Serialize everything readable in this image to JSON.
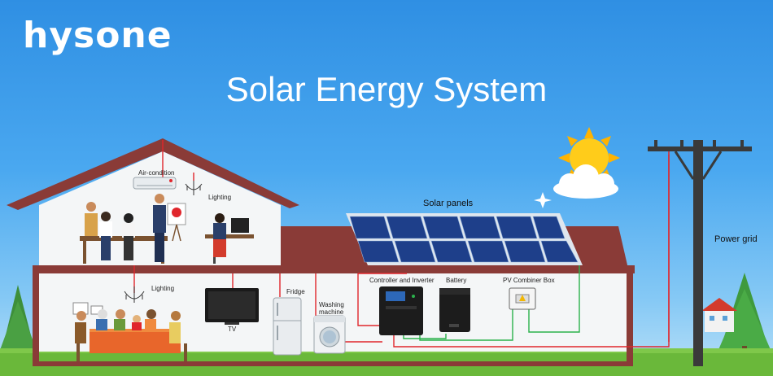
{
  "brand": {
    "logo_text": "hysone"
  },
  "title": "Solar Energy System",
  "labels": {
    "solar_panels": "Solar panels",
    "power_grid": "Power grid",
    "air_condition": "Air-condition",
    "lighting_upstairs": "Lighting",
    "lighting_downstairs": "Lighting",
    "tv": "TV",
    "fridge": "Fridge",
    "washing_machine_line1": "Washing",
    "washing_machine_line2": "machine",
    "controller_inverter": "Controller and Inverter",
    "battery": "Battery",
    "pv_combiner_box": "PV Combiner Box"
  },
  "colors": {
    "sky_top": "#2f8fe3",
    "roof": "#8a3b37",
    "wall": "#f4f6f7",
    "wire_red": "#e0262c",
    "wire_green": "#2bb24c",
    "panel": "#1e3f8a",
    "sun": "#ffcc1a",
    "grass": "#6ab83a"
  }
}
